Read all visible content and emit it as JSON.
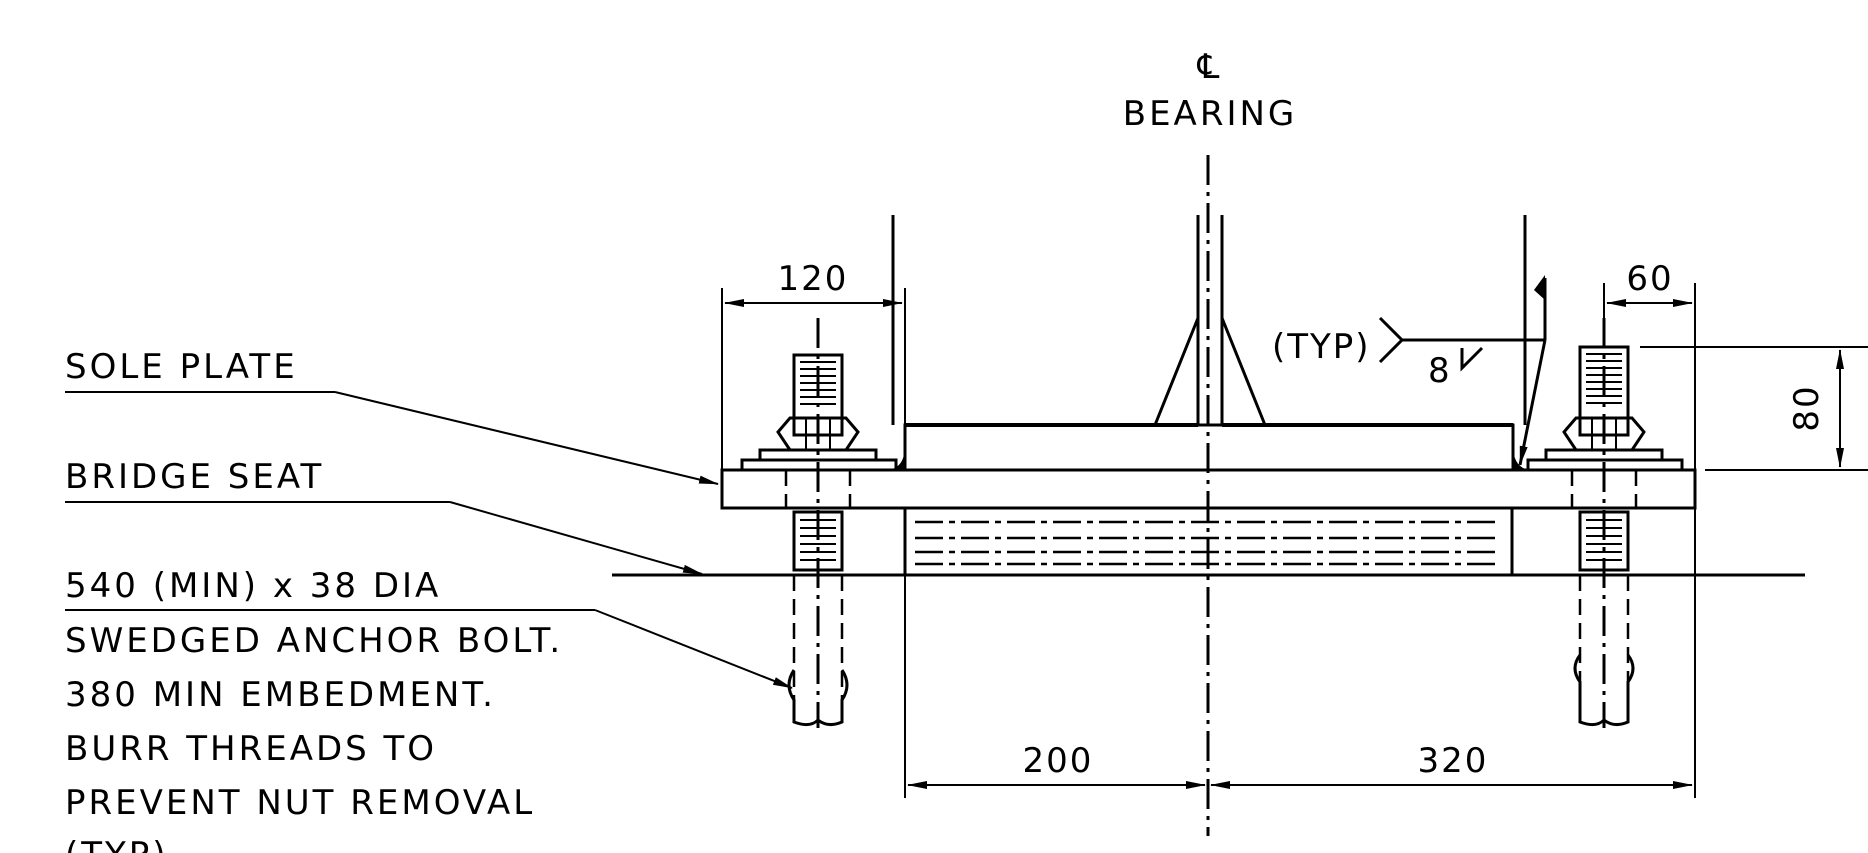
{
  "centerline": {
    "symbol": "℄",
    "label": "BEARING"
  },
  "callouts": {
    "sole_plate": "SOLE PLATE",
    "bridge_seat": "BRIDGE SEAT",
    "anchor_bolt": [
      "540 (MIN) x 38 DIA",
      "SWEDGED ANCHOR BOLT.",
      "380 MIN EMBEDMENT.",
      "BURR THREADS TO",
      "PREVENT NUT REMOVAL",
      "(TYP)"
    ]
  },
  "weld": {
    "note": "(TYP)",
    "size": "8"
  },
  "dimensions": {
    "bolt_to_flange": "120",
    "bolt_to_edge": "60",
    "bolt_projection": "80",
    "left_to_centerline": "200",
    "centerline_to_right": "320"
  }
}
